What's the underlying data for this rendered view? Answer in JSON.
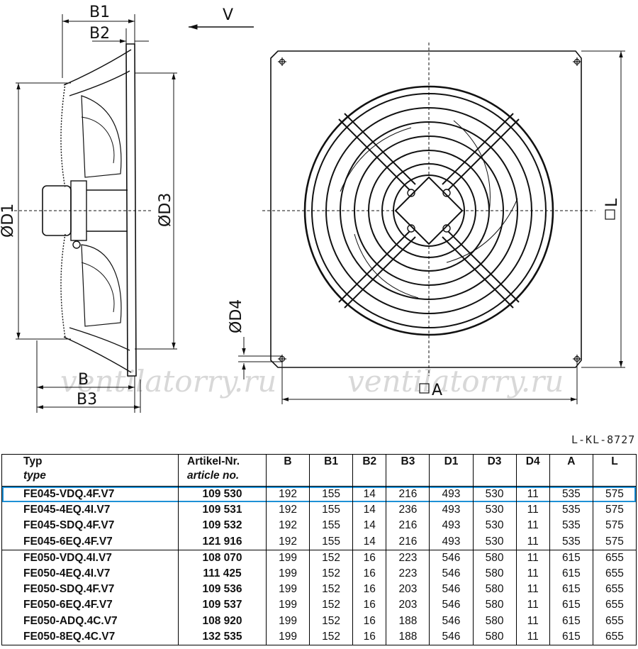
{
  "drawing": {
    "labels": {
      "b1": "B1",
      "b2": "B2",
      "v": "V",
      "d1": "ØD1",
      "d3": "ØD3",
      "d4": "ØD4",
      "b": "B",
      "b3": "B3",
      "a": "A",
      "l": "L"
    },
    "watermark": "ventilatorry.ru",
    "drawing_code": "L-KL-8727"
  },
  "table": {
    "header": {
      "type": "Typ",
      "type_en": "type",
      "article": "Artikel-Nr.",
      "article_en": "article no.",
      "cols": [
        "B",
        "B1",
        "B2",
        "B3",
        "D1",
        "D3",
        "D4",
        "A",
        "L"
      ]
    },
    "rows": [
      {
        "type": "FE045-VDQ.4F.V7",
        "article": "109 530",
        "vals": [
          "192",
          "155",
          "14",
          "216",
          "493",
          "530",
          "11",
          "535",
          "575"
        ],
        "highlight": true,
        "group_start": false
      },
      {
        "type": "FE045-4EQ.4I.V7",
        "article": "109 531",
        "vals": [
          "192",
          "155",
          "14",
          "236",
          "493",
          "530",
          "11",
          "535",
          "575"
        ],
        "highlight": false,
        "group_start": false
      },
      {
        "type": "FE045-SDQ.4F.V7",
        "article": "109 532",
        "vals": [
          "192",
          "155",
          "14",
          "216",
          "493",
          "530",
          "11",
          "535",
          "575"
        ],
        "highlight": false,
        "group_start": false
      },
      {
        "type": "FE045-6EQ.4F.V7",
        "article": "121 916",
        "vals": [
          "192",
          "155",
          "14",
          "216",
          "493",
          "530",
          "11",
          "535",
          "575"
        ],
        "highlight": false,
        "group_start": false
      },
      {
        "type": "FE050-VDQ.4I.V7",
        "article": "108 070",
        "vals": [
          "199",
          "152",
          "16",
          "223",
          "546",
          "580",
          "11",
          "615",
          "655"
        ],
        "highlight": false,
        "group_start": true
      },
      {
        "type": "FE050-4EQ.4I.V7",
        "article": "111 425",
        "vals": [
          "199",
          "152",
          "16",
          "223",
          "546",
          "580",
          "11",
          "615",
          "655"
        ],
        "highlight": false,
        "group_start": false
      },
      {
        "type": "FE050-SDQ.4F.V7",
        "article": "109 536",
        "vals": [
          "199",
          "152",
          "16",
          "203",
          "546",
          "580",
          "11",
          "615",
          "655"
        ],
        "highlight": false,
        "group_start": false
      },
      {
        "type": "FE050-6EQ.4F.V7",
        "article": "109 537",
        "vals": [
          "199",
          "152",
          "16",
          "203",
          "546",
          "580",
          "11",
          "615",
          "655"
        ],
        "highlight": false,
        "group_start": false
      },
      {
        "type": "FE050-ADQ.4C.V7",
        "article": "108 920",
        "vals": [
          "199",
          "152",
          "16",
          "188",
          "546",
          "580",
          "11",
          "615",
          "655"
        ],
        "highlight": false,
        "group_start": false
      },
      {
        "type": "FE050-8EQ.4C.V7",
        "article": "132 535",
        "vals": [
          "199",
          "152",
          "16",
          "188",
          "546",
          "580",
          "11",
          "615",
          "655"
        ],
        "highlight": false,
        "group_start": false
      }
    ]
  }
}
